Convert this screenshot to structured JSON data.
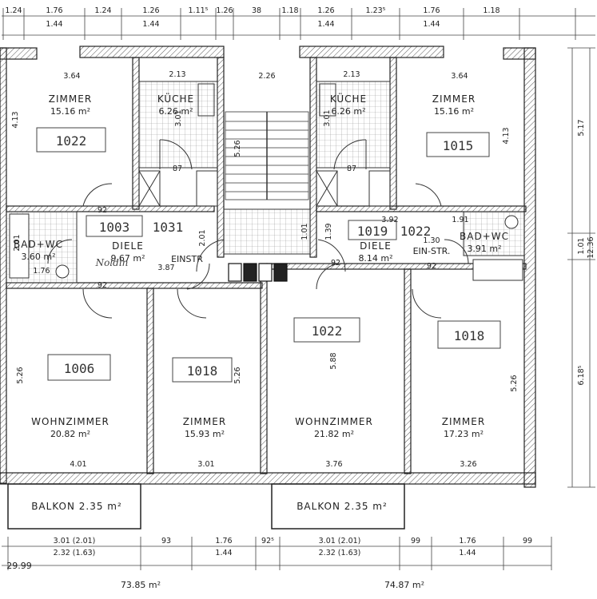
{
  "rooms": [
    {
      "id": "zimmer-tl",
      "name": "ZIMMER",
      "area": "15.16 m²"
    },
    {
      "id": "kueche-l",
      "name": "KÜCHE",
      "area": "6.26 m²"
    },
    {
      "id": "kueche-r",
      "name": "KÜCHE",
      "area": "6.26 m²"
    },
    {
      "id": "zimmer-tr",
      "name": "ZIMMER",
      "area": "15.16 m²"
    },
    {
      "id": "bad-l",
      "name": "BAD+WC",
      "area": "3.60 m²"
    },
    {
      "id": "diele-l",
      "name": "DIELE",
      "area": "9.67 m²"
    },
    {
      "id": "diele-r",
      "name": "DIELE",
      "area": "8.14 m²"
    },
    {
      "id": "bad-r",
      "name": "BAD+WC",
      "area": "3.91 m²"
    },
    {
      "id": "wohn-l",
      "name": "WOHNZIMMER",
      "area": "20.82 m²"
    },
    {
      "id": "zimmer-bl",
      "name": "ZIMMER",
      "area": "15.93 m²"
    },
    {
      "id": "wohn-r",
      "name": "WOHNZIMMER",
      "area": "21.82 m²"
    },
    {
      "id": "zimmer-br",
      "name": "ZIMMER",
      "area": "17.23 m²"
    }
  ],
  "balconies": [
    "BALKON 2.35 m²",
    "BALKON 2.35 m²"
  ],
  "labels": {
    "einstr_l": "EINSTR",
    "einstr_r": "EIN-STR.",
    "handwriting": "Noldin"
  },
  "box_numbers": [
    "1022",
    "1015",
    "1003",
    "1031",
    "1019",
    "1022",
    "1022",
    "1018",
    "1006",
    "1018"
  ],
  "top_dims": [
    {
      "a": "1.24"
    },
    {
      "a": "1.76",
      "b": "1.44"
    },
    {
      "a": "1.24"
    },
    {
      "a": "1.26",
      "b": "1.44"
    },
    {
      "a": "1.11⁵"
    },
    {
      "a": "1.26"
    },
    {
      "a": "38"
    },
    {
      "a": "1.18"
    },
    {
      "a": "1.26",
      "b": "1.44"
    },
    {
      "a": "1.23⁵"
    },
    {
      "a": "1.76",
      "b": "1.44"
    },
    {
      "a": "1.18"
    }
  ],
  "bottom_dims": [
    {
      "a": "3.01 (2.01)",
      "b": "2.32 (1.63)"
    },
    {
      "a": "93"
    },
    {
      "a": "1.76",
      "b": "1.44"
    },
    {
      "a": "92⁵"
    },
    {
      "a": "3.01 (2.01)",
      "b": "2.32 (1.63)"
    },
    {
      "a": "99"
    },
    {
      "a": "1.76",
      "b": "1.44"
    },
    {
      "a": "99"
    }
  ],
  "inner_dims": {
    "zimmer_tl_w": "3.64",
    "kueche_l_w": "2.13",
    "stair_w": "2.26",
    "kueche_r_w": "2.13",
    "zimmer_tr_w": "3.64",
    "left_h": "4.13",
    "right_h": "4.13",
    "stair_h": "5.26",
    "wall_l": "3.01",
    "wall_r": "3.01",
    "door_87_l": "87",
    "door_87_r": "87",
    "door_92_a": "92",
    "door_92_b": "92",
    "door_92_c": "92",
    "door_92_d": "92",
    "bad_l_h": "2.01",
    "bad_l_w": "1.76",
    "diele_l_w": "3.87",
    "diele_r_w": "3.92",
    "bad_r_w": "1.91",
    "dim_201_l": "2.01",
    "dim_130": "1.30",
    "dim_139": "1.39",
    "dim_101": "1.01",
    "wohn_l_h": "5.26",
    "wohn_l_w": "4.01",
    "zimmer_bl_w": "3.01",
    "zimmer_bl_h": "5.26",
    "wohn_r_h": "5.88",
    "wohn_r_w": "3.76",
    "zimmer_br_w": "3.26",
    "zimmer_br_h": "5.26",
    "side_517": "5.17",
    "side_101": "1.01",
    "side_618": "6.18⁵",
    "side_1236": "12.36"
  },
  "totals": {
    "left": "29.99",
    "mid_a": "73.85 m²",
    "mid_b": "74.87 m²"
  }
}
